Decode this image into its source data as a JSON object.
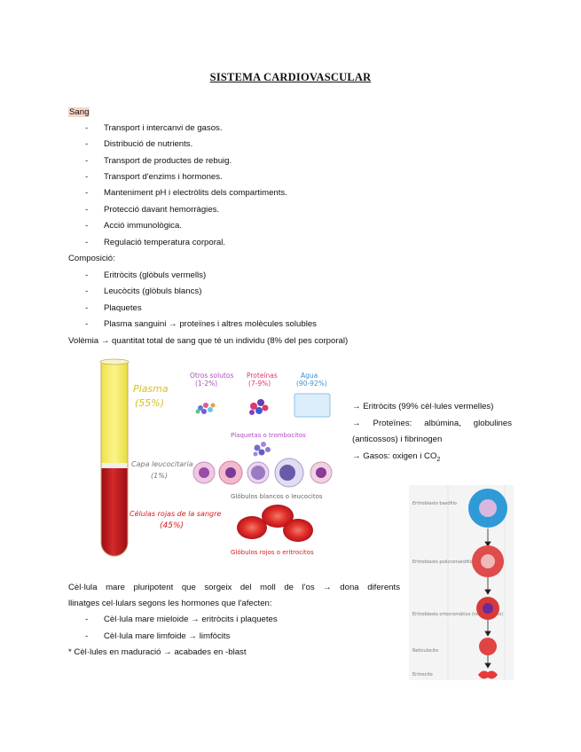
{
  "title": "SISTEMA CARDIOVASCULAR",
  "sang": {
    "heading": "Sang",
    "functions": [
      "Transport i intercanvi de gasos.",
      "Distribució de nutrients.",
      "Transport de productes de rebuig.",
      "Transport d'enzims i hormones.",
      "Manteniment pH i electròlits dels compartiments.",
      "Protecció davant hemorràgies.",
      "Acció immunològica.",
      "Regulació temperatura corporal."
    ],
    "composition_heading": "Composició:",
    "composition": [
      "Eritròcits (glòbuls vermells)",
      "Leucòcits (glòbuls blancs)",
      "Plaquetes",
      "Plasma sanguini → proteïnes i altres molècules solubles"
    ],
    "volemia": "Volèmia → quantitat total de sang que té un individu (8% del pes corporal)"
  },
  "tube_figure": {
    "plasma_label": "Plasma",
    "plasma_pct": "(55%)",
    "buffy_label": "Capa leucocitaria",
    "buffy_pct": "(1%)",
    "red_label": "Células rojas de la sangre",
    "red_pct": "(45%)",
    "otros_label": "Otros solutos",
    "otros_pct": "(1-2%)",
    "proteinas_label": "Proteínas",
    "proteinas_pct": "(7-9%)",
    "agua_label": "Agua",
    "agua_pct": "(90-92%)",
    "plaquetas_label": "Plaquetas o trombocitos",
    "leucocitos_label": "Glóbulos blancos o leucocitos",
    "eritrocitos_label": "Glóbulos rojos o eritrocitos",
    "colors": {
      "plasma": "#f2ea4a",
      "red": "#b5121b",
      "purple": "#b04ac4",
      "pink": "#e0356e",
      "blue": "#3d8fd6"
    }
  },
  "right_notes": {
    "line1": "→ Eritròcits (99% cèl·lules vermelles)",
    "line2": "→ Proteïnes: albúmina, globulines",
    "line3": "(anticossos) i fibrinogen",
    "line4_prefix": "→ Gasos: oxigen i CO",
    "line4_sub": "2"
  },
  "stages_figure": {
    "labels": [
      "Eritroblasto basófilo",
      "Eritroblasto policromatófilo",
      "Eritroblasto ortocromático (normoblasto)",
      "Reticulocito",
      "Eritrocito"
    ]
  },
  "stem": {
    "line1": "Cèl·lula mare pluripotent que sorgeix del moll de l'os → dona diferents",
    "line2": "llinatges cel·lulars segons les hormones que l'afecten:",
    "items": [
      "Cèl·lula mare mieloide → eritròcits i plaquetes",
      "Cèl·lula mare limfoide → limfòcits"
    ],
    "note": "* Cèl·lules en maduració → acabades en -blast"
  }
}
